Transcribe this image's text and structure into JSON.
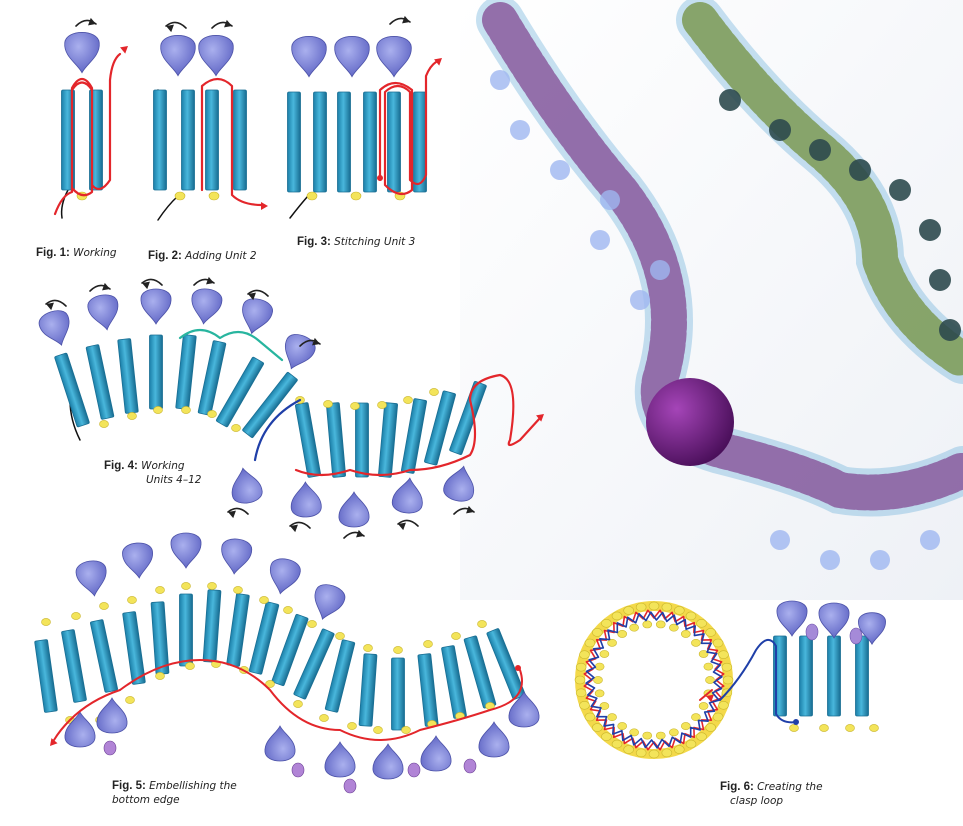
{
  "figures": [
    {
      "id": "fig1",
      "number": "Fig. 1:",
      "title": "Working",
      "title2": ""
    },
    {
      "id": "fig2",
      "number": "Fig. 2:",
      "title": "Adding Unit 2",
      "title2": ""
    },
    {
      "id": "fig3",
      "number": "Fig. 3:",
      "title": "Stitching Unit 3",
      "title2": ""
    },
    {
      "id": "fig4",
      "number": "Fig. 4:",
      "title": "Working",
      "title2": "Units 4–12"
    },
    {
      "id": "fig5",
      "number": "Fig. 5:",
      "title": "Embellishing the",
      "title2": "bottom edge"
    },
    {
      "id": "fig6",
      "number": "Fig. 6:",
      "title": "Creating the",
      "title2": "clasp loop"
    }
  ],
  "colors": {
    "bugle": "#2f9ec6",
    "bugle_dark": "#1a6f94",
    "drop": "#7d84d6",
    "drop_dark": "#4c52a8",
    "seed_yellow": "#f3e45a",
    "thread_red": "#e3262b",
    "thread_blue": "#1f3fa8",
    "thread_teal": "#28b59f",
    "thread_black": "#111111",
    "clasp_bead": "#7a1f8f"
  }
}
